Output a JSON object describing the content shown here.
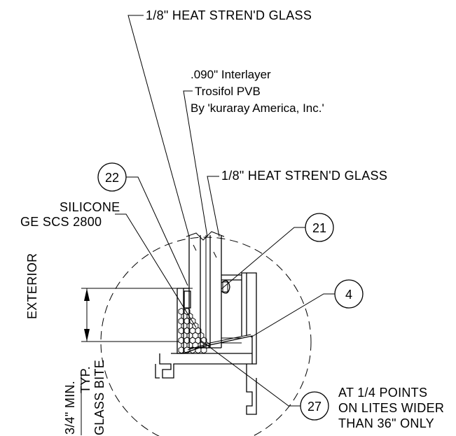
{
  "labels": {
    "glass_top": "1/8\" HEAT STREN'D GLASS",
    "interlayer_1": ".090\" Interlayer",
    "interlayer_2": "Trosifol PVB",
    "interlayer_3": "By 'kuraray America, Inc.'",
    "glass_inner": "1/8\" HEAT STREN'D GLASS",
    "silicone_1": "SILICONE",
    "silicone_2": "GE SCS 2800",
    "exterior": "EXTERIOR",
    "bite_1": "3/4\" MIN.",
    "bite_2": "TYP.",
    "bite_3": "GLASS BITE",
    "note_1": "AT 1/4 POINTS",
    "note_2": "ON LITES WIDER",
    "note_3": "THAN 36\" ONLY"
  },
  "callouts": {
    "c22": "22",
    "c21": "21",
    "c4": "4",
    "c27": "27"
  }
}
